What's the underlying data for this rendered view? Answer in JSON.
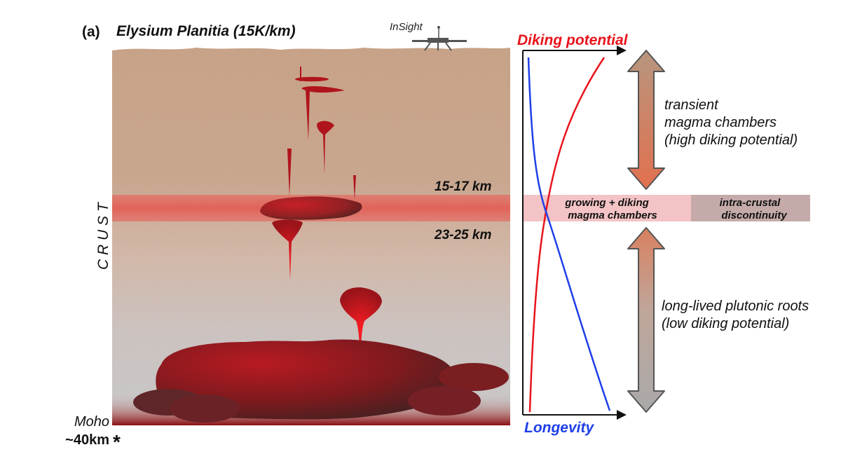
{
  "panel_label": "(a)",
  "title": "Elysium Planitia (15K/km)",
  "lander_label": "InSight",
  "crust_label": "C R U S T",
  "moho_label": "Moho",
  "moho_depth_label": "~40km",
  "moho_asterisk": "*",
  "depth_upper_label": "15-17 km",
  "depth_lower_label": "23-25 km",
  "discontinuity_zone": {
    "growing_line1": "growing + diking",
    "growing_line2": "magma chambers",
    "intra_line1": "intra-crustal",
    "intra_line2": "discontinuity"
  },
  "graph": {
    "diking_label": "Diking potential",
    "longevity_label": "Longevity"
  },
  "annotations": {
    "upper_line1": "transient",
    "upper_line2": "magma chambers",
    "upper_line3": "(high diking potential)",
    "lower_line1": "long-lived plutonic roots",
    "lower_line2": "(low diking potential)"
  },
  "colors": {
    "diking": "#e8141c",
    "longevity": "#1e3fe8",
    "magma": "#b0141c",
    "crust_top": "#c9a284",
    "crust_bottom": "#c8c8c8",
    "band": "#ee6a66"
  }
}
